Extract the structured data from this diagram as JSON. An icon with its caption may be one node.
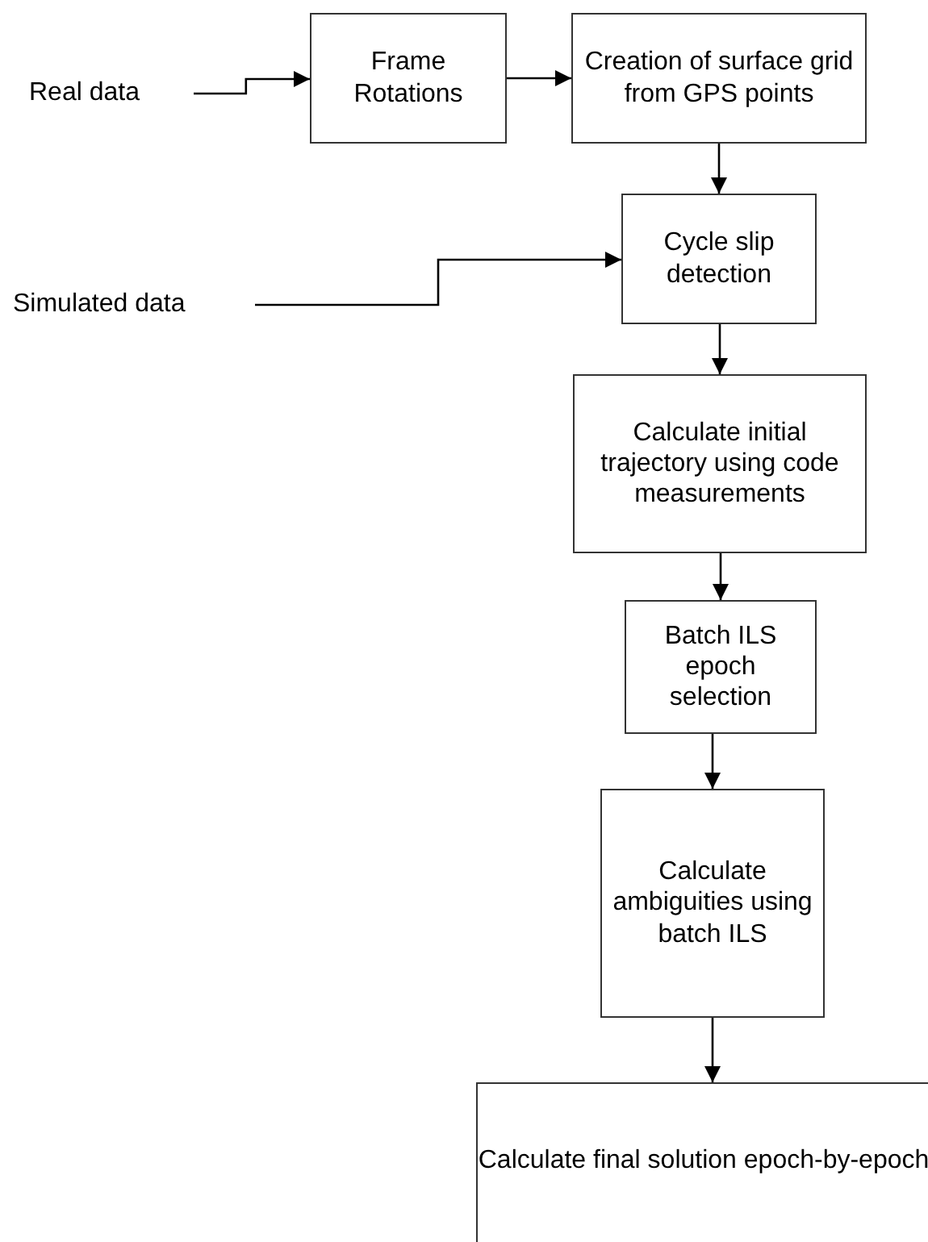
{
  "diagram": {
    "nodes": [
      {
        "text": [
          "Real data"
        ]
      },
      {
        "text": [
          "Frame Rotations"
        ]
      },
      {
        "text": [
          "Creation of surface grid from GPS points"
        ]
      },
      {
        "text": [
          "Simulated data"
        ]
      },
      {
        "text": [
          "Cycle slip detection"
        ]
      },
      {
        "text": [
          "Calculate initial trajectory using code measurements"
        ]
      },
      {
        "text": [
          "Batch ILS epoch selection"
        ]
      },
      {
        "text": [
          "Calculate ambiguities using batch ILS"
        ]
      },
      {
        "text": [
          "Calculate final solution epoch-by-epoch"
        ]
      }
    ],
    "edges": [
      {
        "from": 0,
        "to": 1,
        "arrow": "to"
      },
      {
        "from": 1,
        "to": 2,
        "arrow": "to"
      },
      {
        "from": 2,
        "to": 4,
        "arrow": "to"
      },
      {
        "from": 3,
        "to": 4,
        "arrow": "to"
      },
      {
        "from": 4,
        "to": 5,
        "arrow": "to"
      },
      {
        "from": 5,
        "to": 6,
        "arrow": "to"
      },
      {
        "from": 6,
        "to": 7,
        "arrow": "to"
      },
      {
        "from": 7,
        "to": 8,
        "arrow": "to"
      }
    ]
  }
}
